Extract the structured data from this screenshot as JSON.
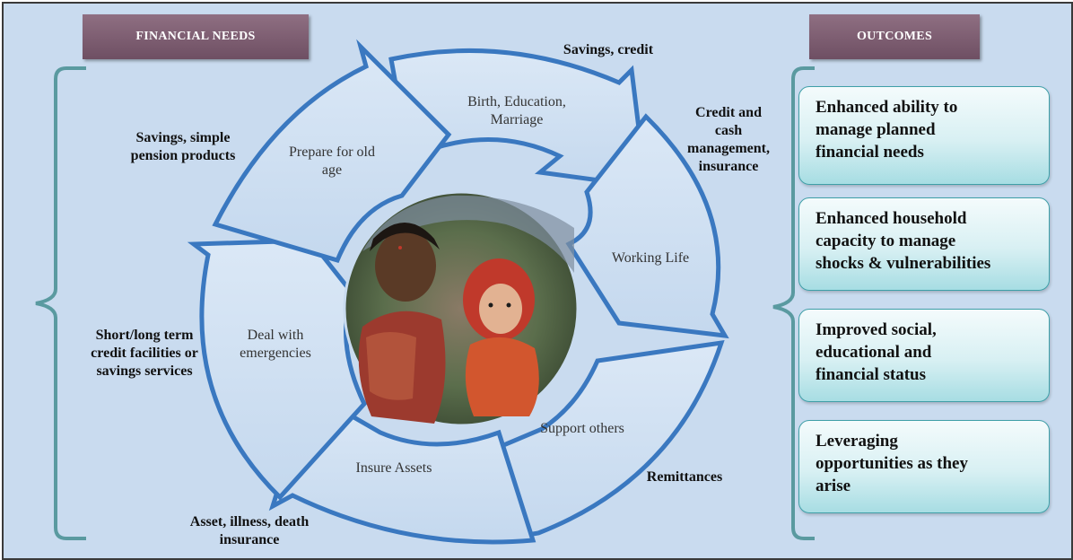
{
  "headers": {
    "financial_needs": "FINANCIAL NEEDS",
    "outcomes": "OUTCOMES"
  },
  "cycle_stages": {
    "birth": "Birth, Education,\nMarriage",
    "working_life": "Working Life",
    "support_others": "Support others",
    "insure_assets": "Insure Assets",
    "emergencies": "Deal with\nemergencies",
    "old_age": "Prepare for old\nage"
  },
  "financial_needs": {
    "savings_credit": "Savings, credit",
    "credit_cash": "Credit and\ncash\nmanagement,\ninsurance",
    "remittances": "Remittances",
    "insurance": "Asset, illness, death\ninsurance",
    "credit_facilities": "Short/long term\ncredit facilities or\nsavings services",
    "pension": "Savings, simple\npension products"
  },
  "outcomes": [
    "Enhanced ability to\nmanage planned\nfinancial needs",
    "Enhanced household\ncapacity to manage\nshocks & vulnerabilities",
    "Improved social,\neducational and\nfinancial status",
    "Leveraging\nopportunities as they\narise"
  ],
  "colors": {
    "background": "#c9dbef",
    "arrow_stroke": "#3a78c0",
    "header_fill": "#7d5e72",
    "outcome_border": "#3f9fa8",
    "bracket": "#5a9aa0"
  }
}
